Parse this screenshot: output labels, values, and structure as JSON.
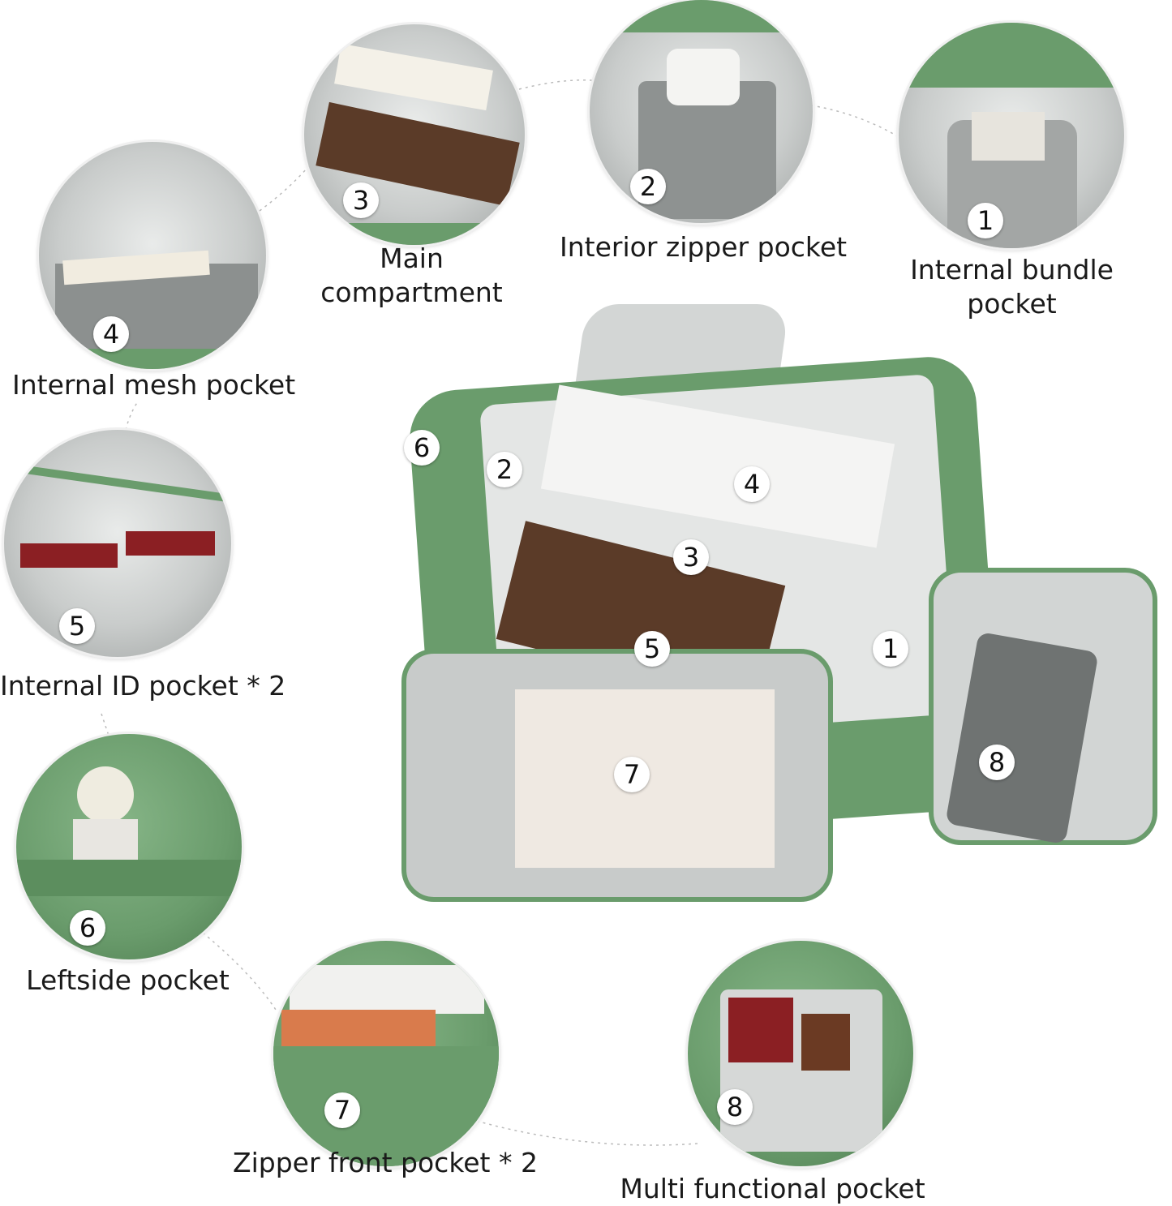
{
  "colors": {
    "bag_green": "#6a9c6c",
    "lining_gray": "#c9cccb",
    "background": "#ffffff"
  },
  "callouts": [
    {
      "number": "1",
      "label": "Internal bundle pocket",
      "label_lines": [
        "Internal bundle",
        "pocket"
      ]
    },
    {
      "number": "2",
      "label": "Interior zipper pocket",
      "label_lines": [
        "Interior zipper pocket"
      ]
    },
    {
      "number": "3",
      "label": "Main compartment",
      "label_lines": [
        "Main",
        "compartment"
      ]
    },
    {
      "number": "4",
      "label": "Internal mesh pocket",
      "label_lines": [
        "Internal mesh pocket"
      ]
    },
    {
      "number": "5",
      "label": "Internal ID pocket * 2",
      "label_lines": [
        "Internal ID pocket * 2"
      ]
    },
    {
      "number": "6",
      "label": "Leftside pocket",
      "label_lines": [
        "Leftside pocket"
      ]
    },
    {
      "number": "7",
      "label": "Zipper front pocket * 2",
      "label_lines": [
        "Zipper front pocket * 2"
      ]
    },
    {
      "number": "8",
      "label": "Multi functional pocket",
      "label_lines": [
        "Multi functional pocket"
      ]
    }
  ],
  "bag_markers": [
    "1",
    "2",
    "3",
    "4",
    "5",
    "6",
    "7",
    "8"
  ]
}
